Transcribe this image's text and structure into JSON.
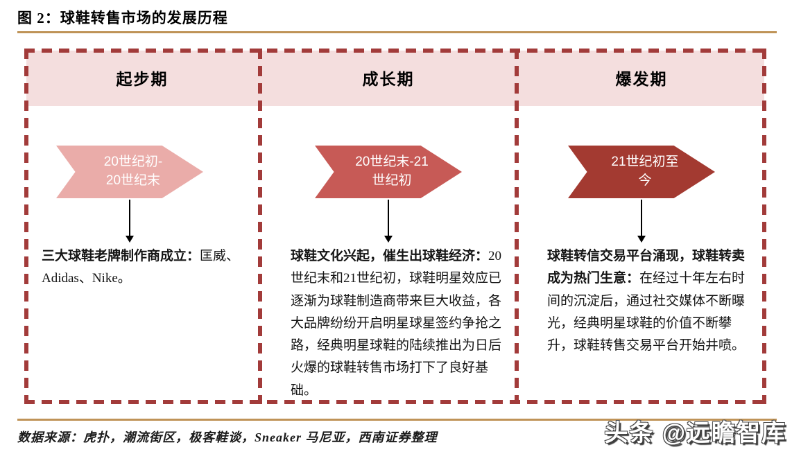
{
  "page": {
    "figure_title": "图 2：球鞋转售市场的发展历程",
    "source_note": "数据来源：虎扑，潮流街区，极客鞋谈，Sneaker 马尼亚，西南证券整理",
    "watermark": "头条 @远瞻智库"
  },
  "colors": {
    "dashed_border": "#a23b3a",
    "header_band": "#f4dede",
    "stage1_arrow": "#eaaca9",
    "stage2_arrow": "#c75a56",
    "stage3_arrow": "#a33a31",
    "gold_rule": "#bf9357",
    "text": "#141414",
    "arrow_text": "#ffffff"
  },
  "stages": [
    {
      "header": "起步期",
      "period_line1": "20世纪初-",
      "period_line2": "20世纪末",
      "lead": "三大球鞋老牌制作商成立：",
      "body": "匡威、Adidas、Nike。"
    },
    {
      "header": "成长期",
      "period_line1": "20世纪末-21",
      "period_line2": "世纪初",
      "lead": "球鞋文化兴起，催生出球鞋经济：",
      "body": "20世纪末和21世纪初，球鞋明星效应已逐渐为球鞋制造商带来巨大收益，各大品牌纷纷开启明星球星签约争抢之路，经典明星球鞋的陆续推出为日后火爆的球鞋转售市场打下了良好基础。"
    },
    {
      "header": "爆发期",
      "period_line1": "21世纪初至",
      "period_line2": "今",
      "lead": "球鞋转信交易平台涌现，球鞋转卖成为热门生意：",
      "body": "在经过十年左右时间的沉淀后，通过社交媒体不断曝光，经典明星球鞋的价值不断攀升，球鞋转售交易平台开始井喷。"
    }
  ]
}
